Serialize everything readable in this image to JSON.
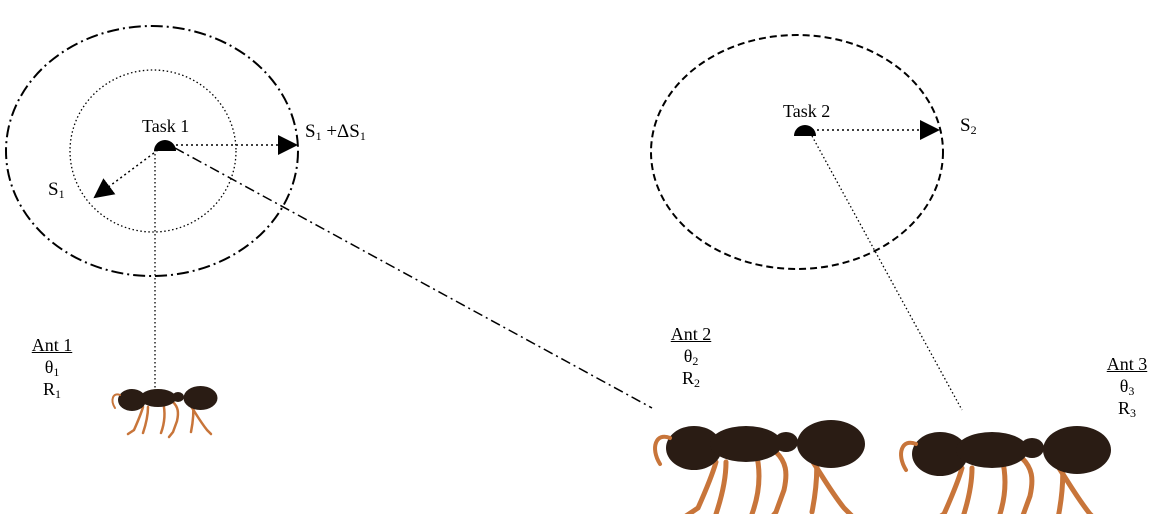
{
  "tasks": [
    {
      "name": "Task 1",
      "inner_radius_label": {
        "base": "S",
        "sub": "1"
      },
      "outer_radius_label": {
        "base": "S",
        "sub": "1",
        "tail": " +ΔS",
        "tail_sub": "1"
      }
    },
    {
      "name": "Task 2",
      "radius_label": {
        "base": "S",
        "sub": "2"
      }
    }
  ],
  "ants": [
    {
      "name": "Ant 1",
      "theta": {
        "base": "θ",
        "sub": "1"
      },
      "r": {
        "base": "R",
        "sub": "1"
      }
    },
    {
      "name": "Ant 2",
      "theta": {
        "base": "θ",
        "sub": "2"
      },
      "r": {
        "base": "R",
        "sub": "2"
      }
    },
    {
      "name": "Ant 3",
      "theta": {
        "base": "θ",
        "sub": "3"
      },
      "r": {
        "base": "R",
        "sub": "3"
      }
    }
  ],
  "colors": {
    "ink": "#000000",
    "ant_body": "#2a1c14",
    "ant_leg": "#c8753a"
  }
}
